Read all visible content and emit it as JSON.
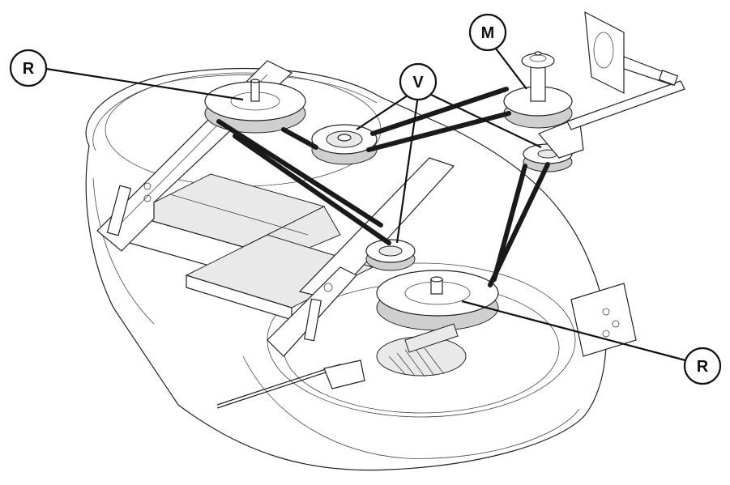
{
  "callouts": [
    {
      "id": "R-left",
      "letter": "R"
    },
    {
      "id": "V",
      "letter": "V"
    },
    {
      "id": "M",
      "letter": "M"
    },
    {
      "id": "R-right",
      "letter": "R"
    }
  ],
  "colors": {
    "line": "#222222",
    "belt": "#1a1a1a",
    "background": "#ffffff"
  }
}
